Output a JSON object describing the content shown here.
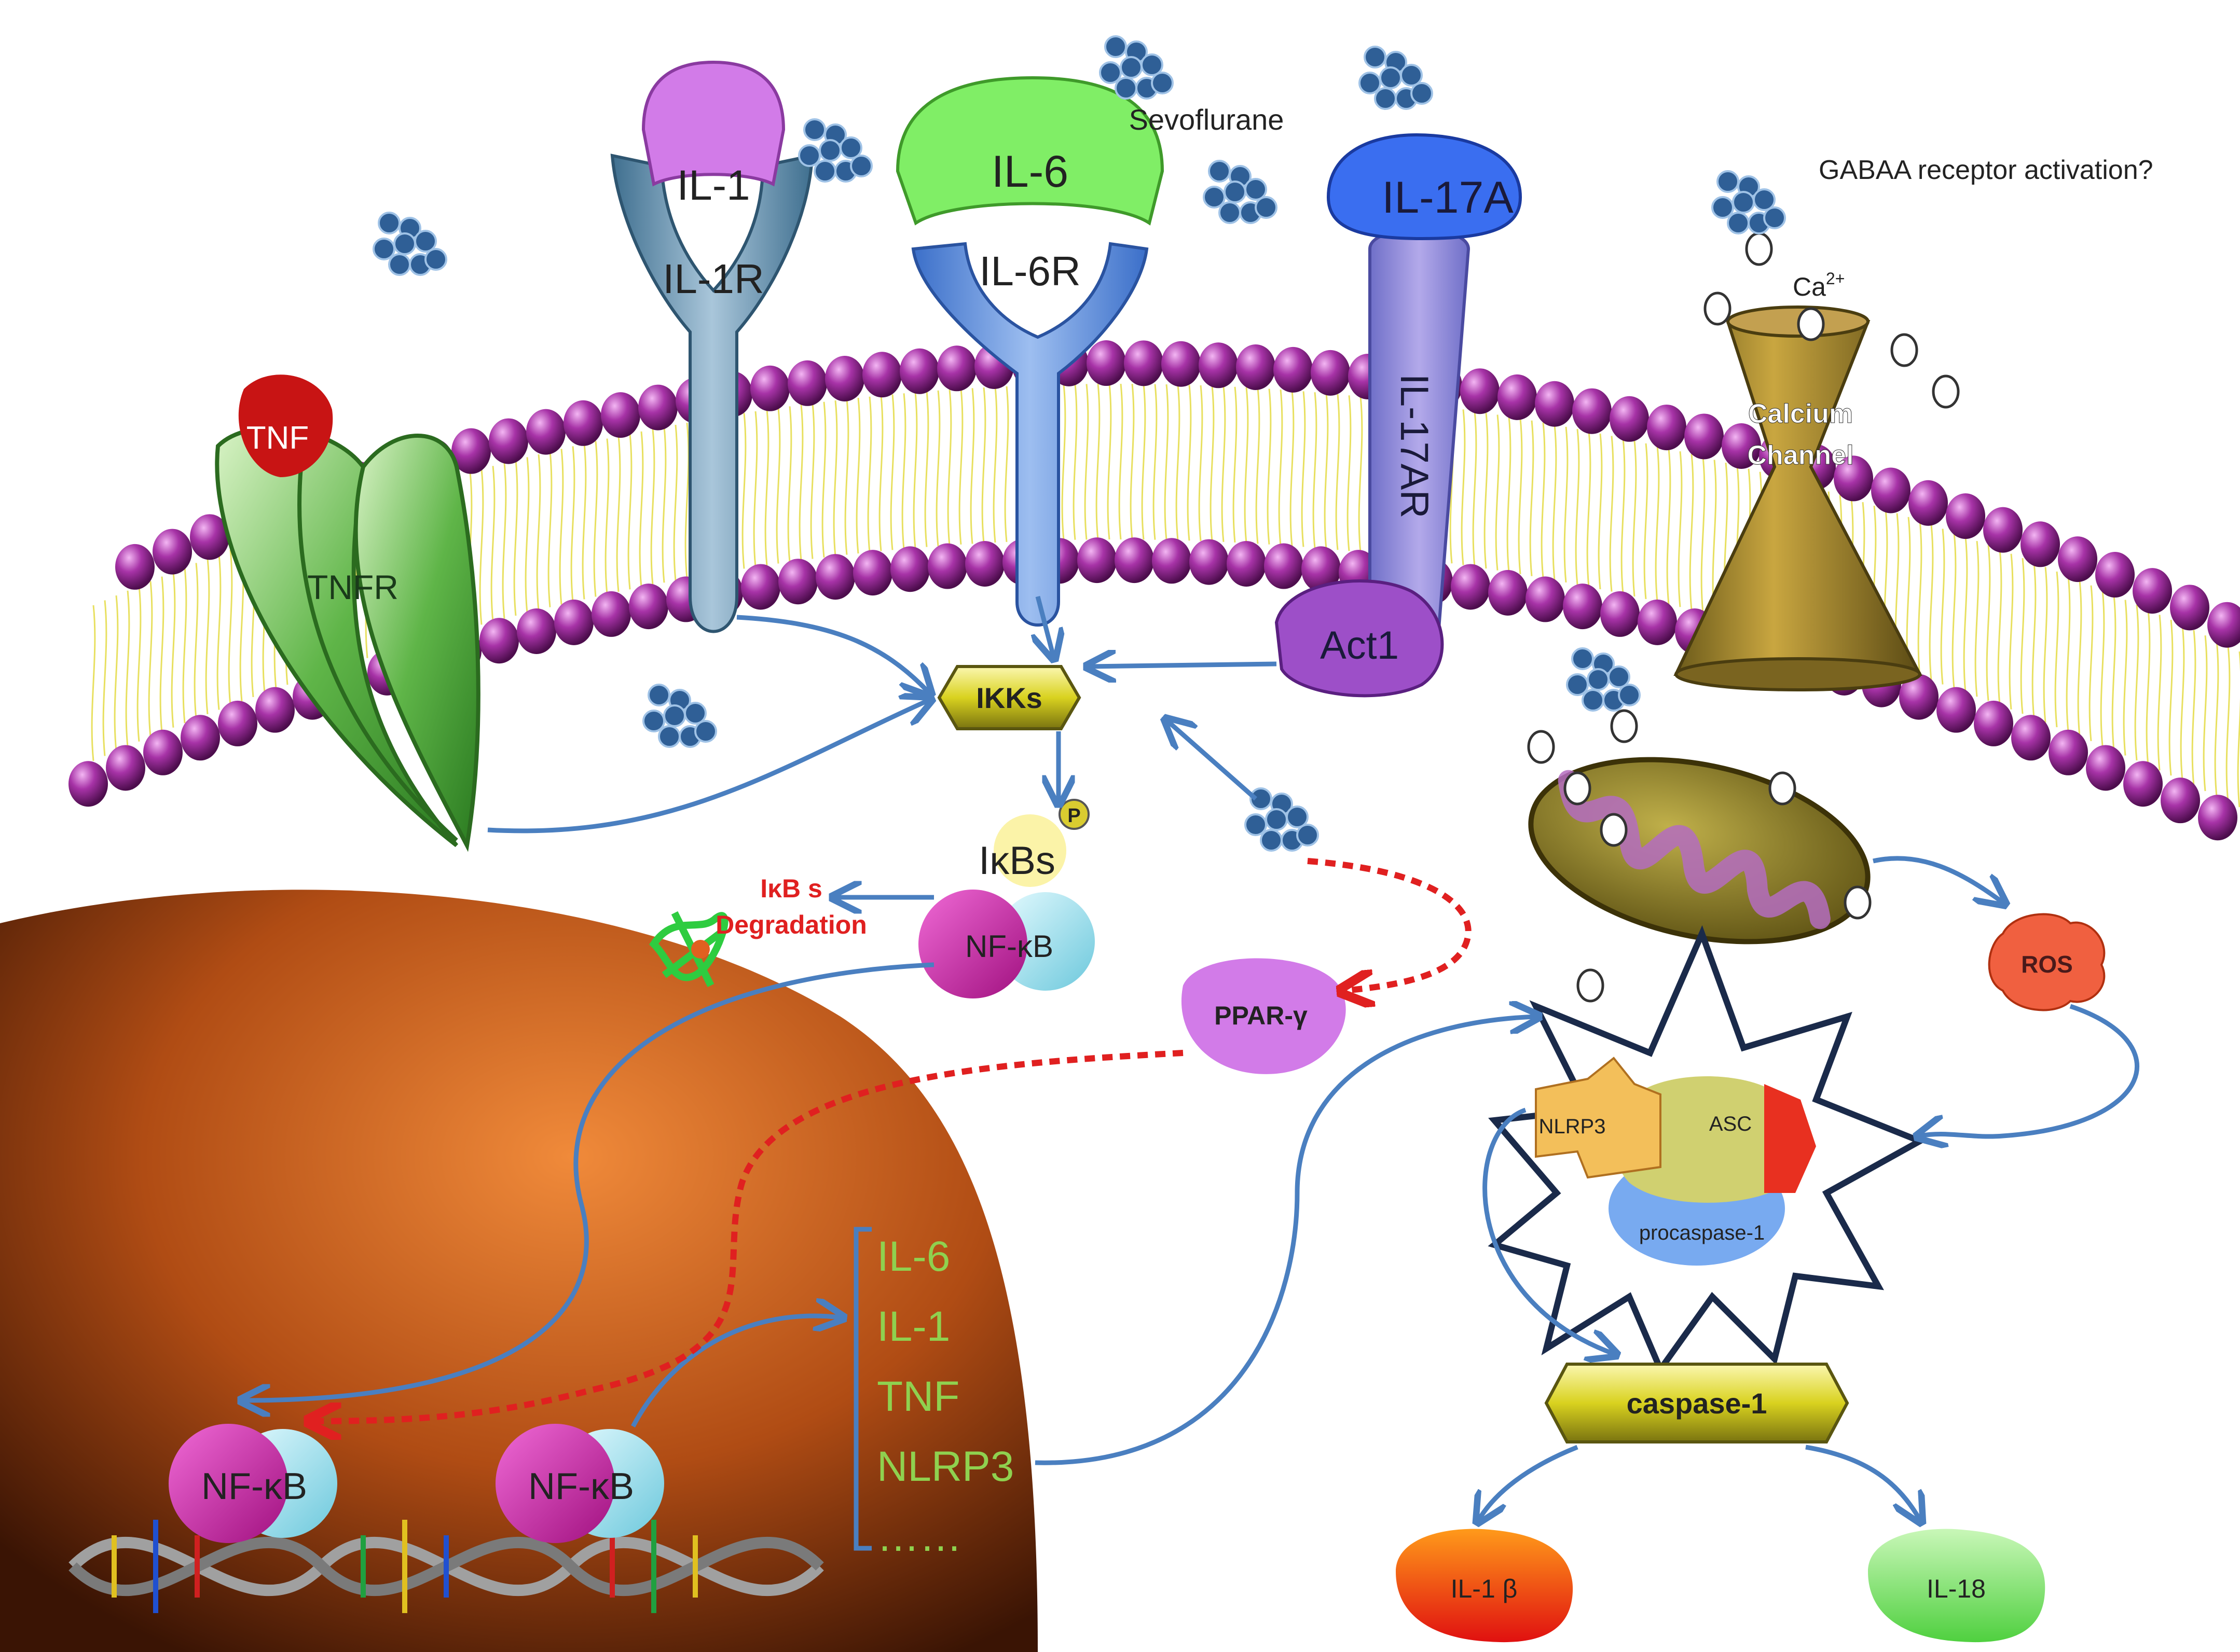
{
  "labels": {
    "sevoflurane": "Sevoflurane",
    "gabaa": "GABAA receptor activation?",
    "ca": "Ca",
    "ca_sup": "2+",
    "calcium_channel_line1": "Calcium",
    "calcium_channel_line2": "Channel",
    "tnf": "TNF",
    "tnfr": "TNFR",
    "il1": "IL-1",
    "il1r": "IL-1R",
    "il6": "IL-6",
    "il6r": "IL-6R",
    "il17a": "IL-17A",
    "il17ar": "IL-17AR",
    "act1": "Act1",
    "ikks": "IKKs",
    "p": "P",
    "ikbs": "IκBs",
    "ikb_deg_line1": "IκB s",
    "ikb_deg_line2": "Degradation",
    "nfkb": "NF-κB",
    "ppar": "PPAR-γ",
    "ros": "ROS",
    "nlrp3": "NLRP3",
    "asc": "ASC",
    "procaspase": "procaspase-1",
    "caspase1": "caspase-1",
    "il1b": "IL-1 β",
    "il18": "IL-18"
  },
  "gene_list": [
    "IL-6",
    "IL-1",
    "TNF",
    "NLRP3",
    "……"
  ],
  "colors": {
    "lipid_head": "#9b2a9b",
    "lipid_tail": "#e8e060",
    "arrow_blue": "#4a7fc0",
    "arrow_red": "#e02020",
    "nucleus": "#b8561a",
    "gene_text": "#8fd14f",
    "sevo_dot": "#2f5f96"
  }
}
